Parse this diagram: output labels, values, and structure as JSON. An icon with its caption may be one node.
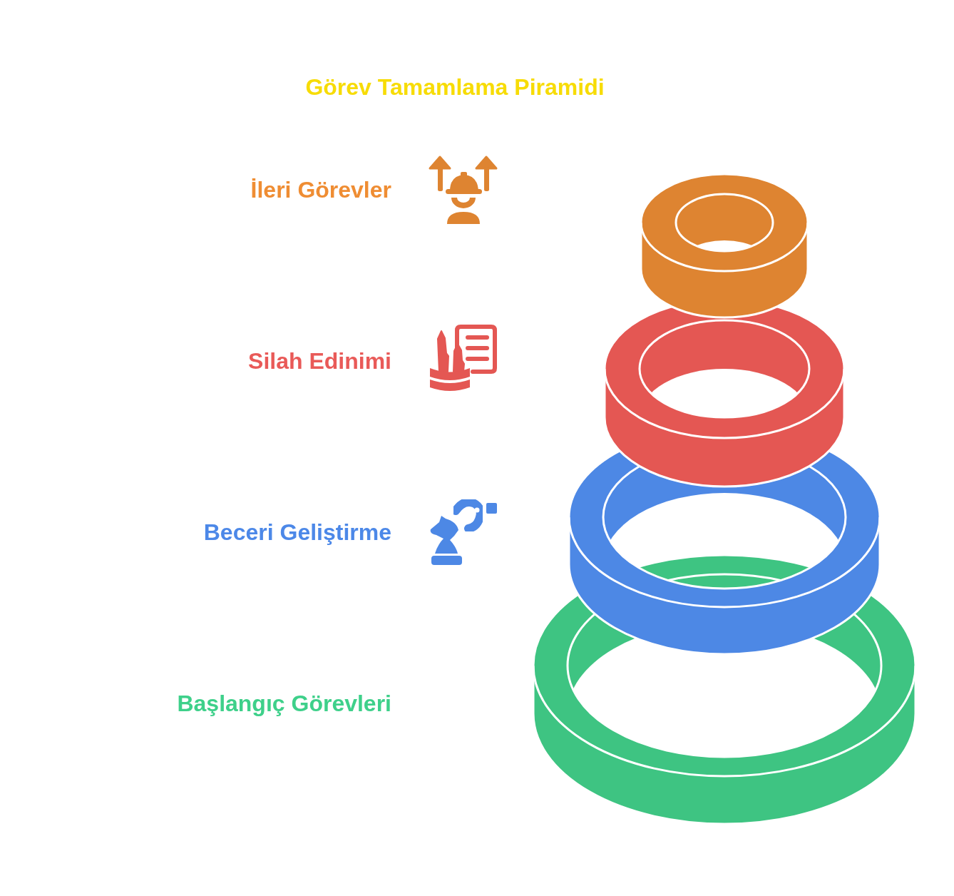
{
  "diagram": {
    "title": "Görev Tamamlama Piramidi",
    "labels": [
      "İleri Görevler",
      "Silah Edinimi",
      "Beceri Geliştirme",
      "Başlangıç Görevleri"
    ]
  }
}
